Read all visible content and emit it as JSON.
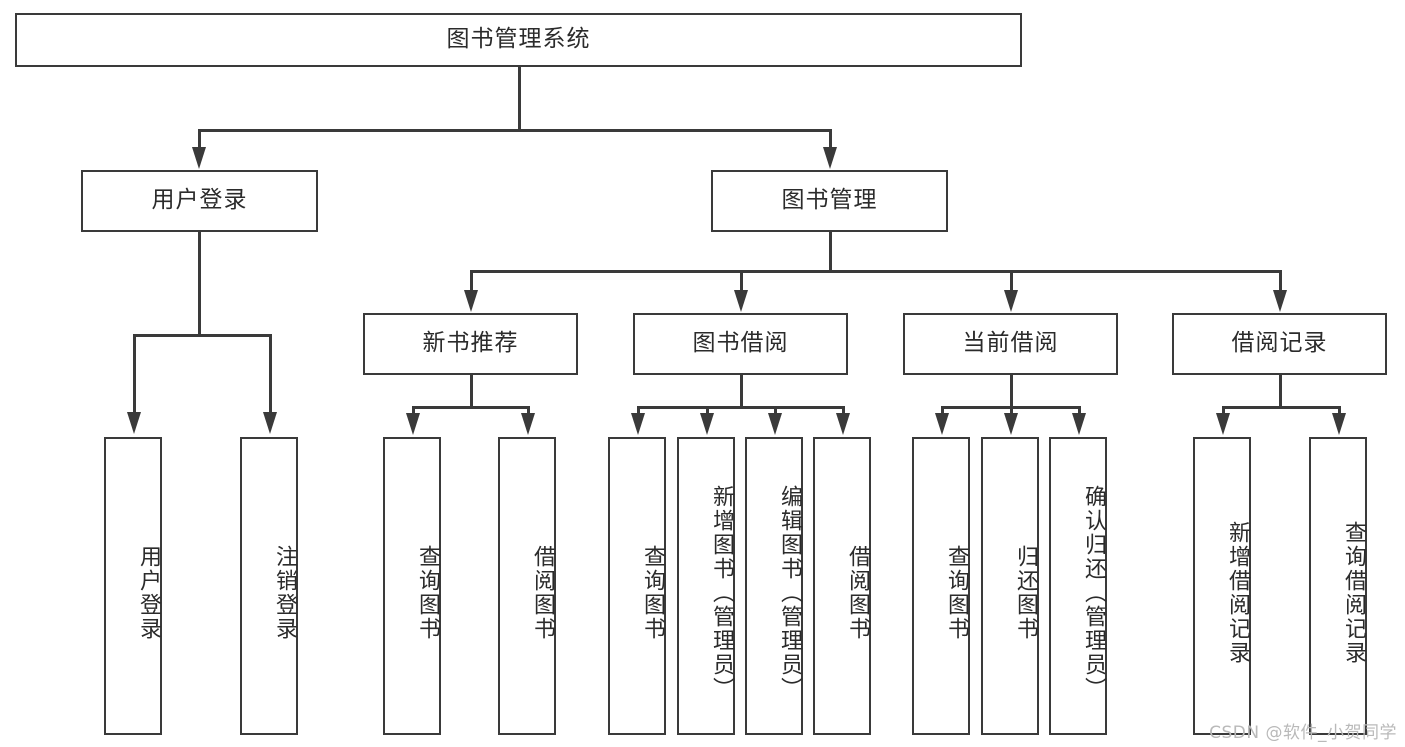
{
  "diagram": {
    "title": "图书管理系统",
    "type": "tree-hierarchy-diagram",
    "watermark": "CSDN @软件_小贺同学",
    "colors": {
      "stroke": "#3a3a3a",
      "fill": "#ffffff",
      "text": "#2b2b2b",
      "watermark": "#b9b9b9"
    },
    "root": {
      "label": "图书管理系统"
    },
    "level1": [
      {
        "id": "user-login",
        "label": "用户登录"
      },
      {
        "id": "book-management",
        "label": "图书管理"
      }
    ],
    "level2": [
      {
        "id": "new-book-recommend",
        "label": "新书推荐",
        "parent": "book-management"
      },
      {
        "id": "book-borrow",
        "label": "图书借阅",
        "parent": "book-management"
      },
      {
        "id": "current-borrow",
        "label": "当前借阅",
        "parent": "book-management"
      },
      {
        "id": "borrow-record",
        "label": "借阅记录",
        "parent": "book-management"
      }
    ],
    "leaves": {
      "user-login": [
        {
          "id": "leaf-user-login",
          "label": "用户登录"
        },
        {
          "id": "leaf-user-logout",
          "label": "注销登录"
        }
      ],
      "new-book-recommend": [
        {
          "id": "leaf-query-book-1",
          "label": "查询图书"
        },
        {
          "id": "leaf-borrow-book-1",
          "label": "借阅图书"
        }
      ],
      "book-borrow": [
        {
          "id": "leaf-query-book-2",
          "label": "查询图书"
        },
        {
          "id": "leaf-add-book",
          "label": "新增图书（管理员）"
        },
        {
          "id": "leaf-edit-book",
          "label": "编辑图书（管理员）"
        },
        {
          "id": "leaf-borrow-book-2",
          "label": "借阅图书"
        }
      ],
      "current-borrow": [
        {
          "id": "leaf-query-book-3",
          "label": "查询图书"
        },
        {
          "id": "leaf-return-book",
          "label": "归还图书"
        },
        {
          "id": "leaf-confirm-return",
          "label": "确认归还（管理员）"
        }
      ],
      "borrow-record": [
        {
          "id": "leaf-add-record",
          "label": "新增借阅记录"
        },
        {
          "id": "leaf-query-record",
          "label": "查询借阅记录"
        }
      ]
    }
  }
}
